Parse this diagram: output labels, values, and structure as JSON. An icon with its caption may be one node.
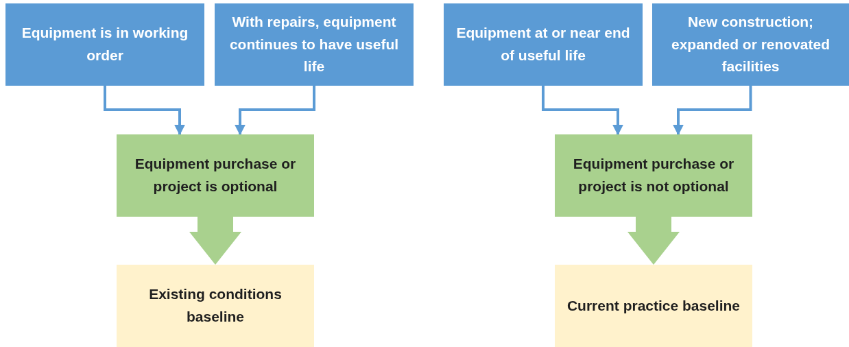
{
  "diagram": {
    "nodes": [
      {
        "text": [
          "Equipment is in working order"
        ]
      },
      {
        "text": [
          "With repairs, equipment continues to have useful life"
        ]
      },
      {
        "text": [
          "Equipment purchase or project is optional"
        ]
      },
      {
        "text": [
          "Existing conditions baseline"
        ]
      },
      {
        "text": [
          "Equipment at or near end of useful life"
        ]
      },
      {
        "text": [
          "New construction; expanded or renovated facilities"
        ]
      },
      {
        "text": [
          "Equipment purchase or project is not optional"
        ]
      },
      {
        "text": [
          "Current practice baseline"
        ]
      }
    ],
    "edges": [
      {
        "from": 0,
        "to": 2,
        "arrow": "to"
      },
      {
        "from": 1,
        "to": 2,
        "arrow": "to"
      },
      {
        "from": 2,
        "to": 3,
        "arrow": "to",
        "style": "thick",
        "color": "#a9d18e"
      },
      {
        "from": 4,
        "to": 6,
        "arrow": "to"
      },
      {
        "from": 5,
        "to": 6,
        "arrow": "to"
      },
      {
        "from": 6,
        "to": 7,
        "arrow": "to",
        "style": "thick",
        "color": "#a9d18e"
      }
    ]
  }
}
